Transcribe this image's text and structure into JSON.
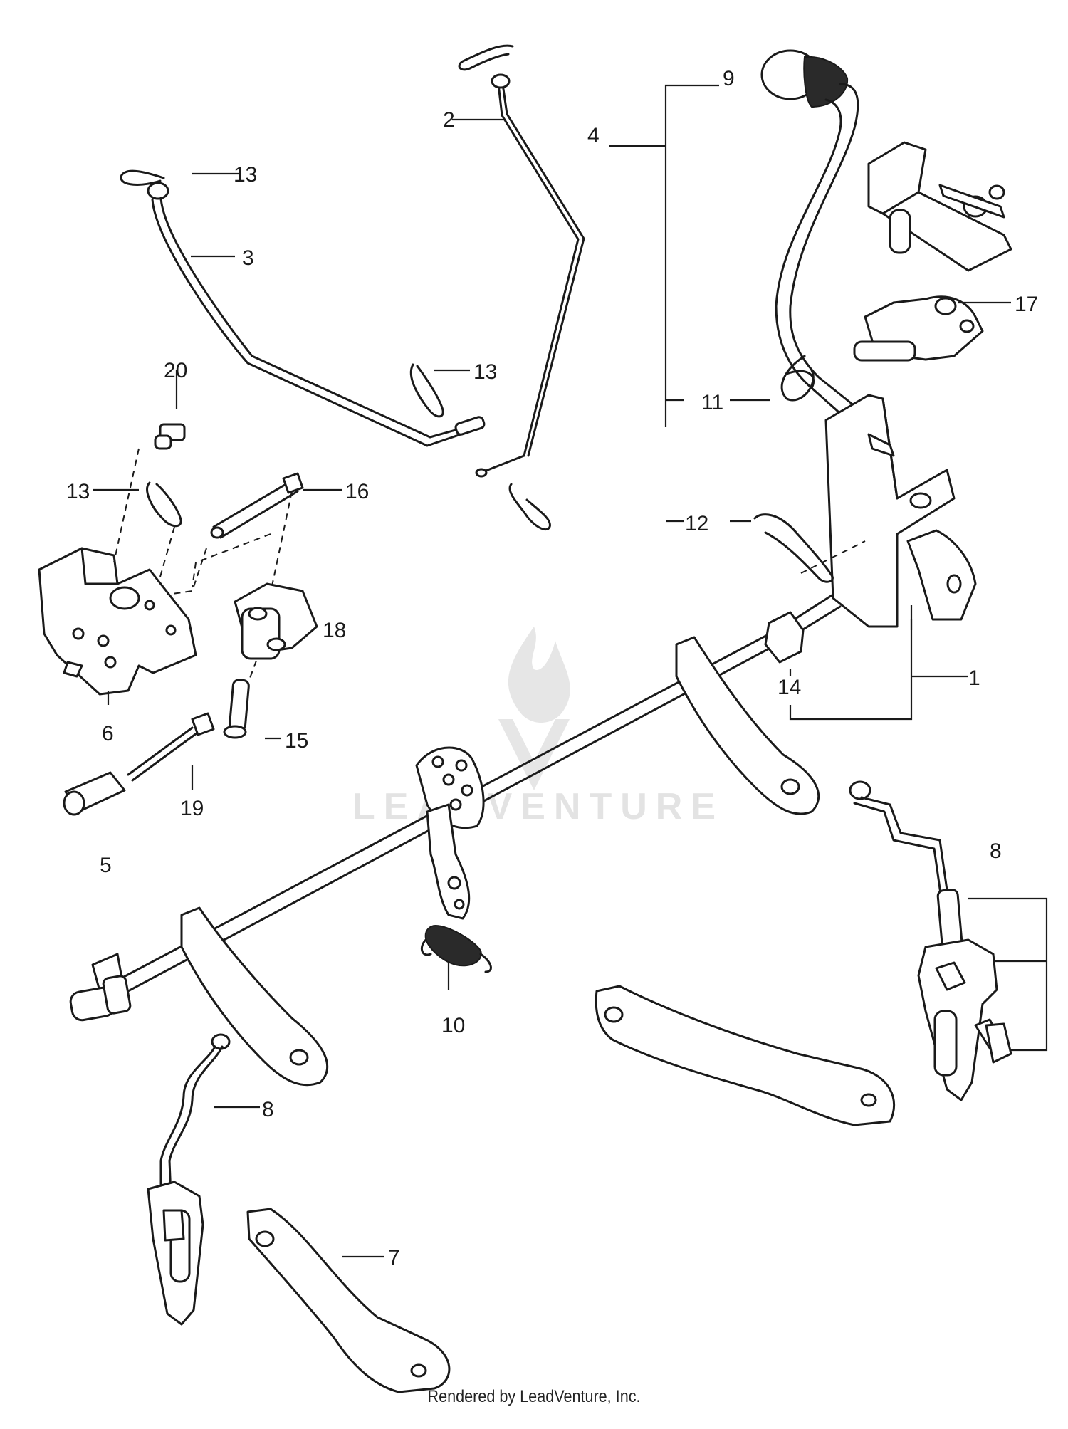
{
  "watermark": {
    "text": "LEADVENTURE"
  },
  "footer": {
    "credit": "Rendered by LeadVenture, Inc."
  },
  "callouts": [
    {
      "id": "c1",
      "label": "1"
    },
    {
      "id": "c2",
      "label": "2"
    },
    {
      "id": "c3",
      "label": "3"
    },
    {
      "id": "c4",
      "label": "4"
    },
    {
      "id": "c5",
      "label": "5"
    },
    {
      "id": "c6",
      "label": "6"
    },
    {
      "id": "c7",
      "label": "7"
    },
    {
      "id": "c8a",
      "label": "8"
    },
    {
      "id": "c8b",
      "label": "8"
    },
    {
      "id": "c9",
      "label": "9"
    },
    {
      "id": "c10",
      "label": "10"
    },
    {
      "id": "c11",
      "label": "11"
    },
    {
      "id": "c12",
      "label": "12"
    },
    {
      "id": "c13a",
      "label": "13"
    },
    {
      "id": "c13b",
      "label": "13"
    },
    {
      "id": "c13c",
      "label": "13"
    },
    {
      "id": "c14",
      "label": "14"
    },
    {
      "id": "c15",
      "label": "15"
    },
    {
      "id": "c16",
      "label": "16"
    },
    {
      "id": "c17",
      "label": "17"
    },
    {
      "id": "c18",
      "label": "18"
    },
    {
      "id": "c19",
      "label": "19"
    },
    {
      "id": "c20",
      "label": "20"
    }
  ]
}
